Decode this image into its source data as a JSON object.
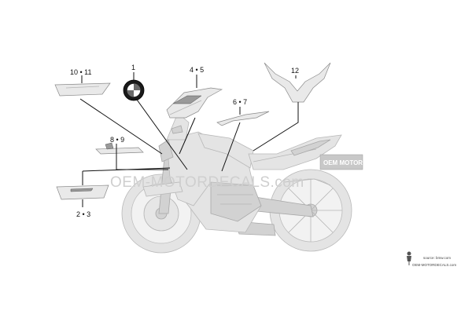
{
  "callouts": {
    "c1": "1",
    "c4_5": "4 • 5",
    "c12": "12",
    "c10_11": "10 • 11",
    "c6_7": "6 • 7",
    "c8_9": "8 • 9",
    "c2_3": "2 • 3"
  },
  "watermark": {
    "text": "OEM-MOTORDECALS.com",
    "box_text": "OEM MOTORDECALS"
  },
  "source": {
    "line1": "source: bmw.com",
    "line2": "OEM-MOTORDECALS.com"
  }
}
